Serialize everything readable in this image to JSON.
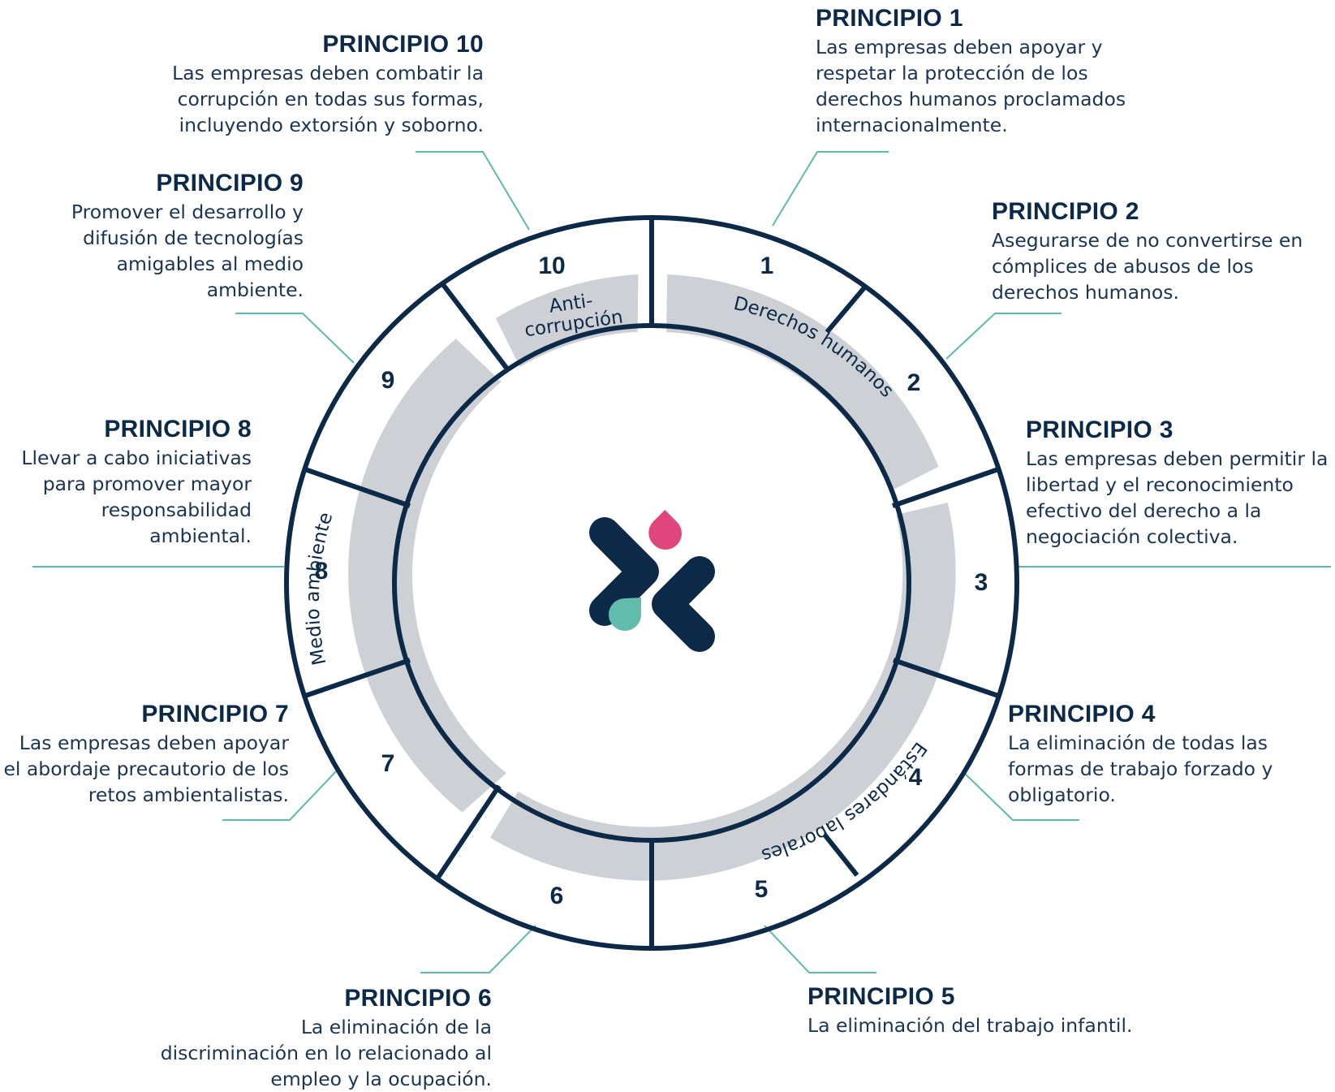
{
  "colors": {
    "ring_stroke": "#0c2a48",
    "category_band": "#cdd0d4",
    "connector": "#5dbba9",
    "logo_navy": "#0c2a48",
    "logo_pink": "#e0457b",
    "logo_teal": "#62bcab"
  },
  "segments": [
    {
      "number": "1"
    },
    {
      "number": "2"
    },
    {
      "number": "3"
    },
    {
      "number": "4"
    },
    {
      "number": "5"
    },
    {
      "number": "6"
    },
    {
      "number": "7"
    },
    {
      "number": "8"
    },
    {
      "number": "9"
    },
    {
      "number": "10"
    }
  ],
  "categories": {
    "human_rights": "Derechos humanos",
    "labor": "Estándares laborales",
    "environment": "Medio ambiente",
    "anticorruption_line1": "Anti-",
    "anticorruption_line2": "corrupción"
  },
  "principles": [
    {
      "title": "PRINCIPIO 1",
      "text": "Las empresas deben apoyar y respetar la protección de los derechos humanos proclamados internacionalmente."
    },
    {
      "title": "PRINCIPIO 2",
      "text": "Asegurarse de no convertirse en cómplices de abusos de los derechos humanos."
    },
    {
      "title": "PRINCIPIO 3",
      "text": "Las empresas deben permitir la libertad y el reconocimiento efectivo del derecho a la negociación colectiva."
    },
    {
      "title": "PRINCIPIO 4",
      "text": "La eliminación de todas las formas de trabajo forzado y obligatorio."
    },
    {
      "title": "PRINCIPIO 5",
      "text": "La eliminación del trabajo infantil."
    },
    {
      "title": "PRINCIPIO 6",
      "text": "La eliminación de la discriminación en lo relacionado al empleo y la ocupación."
    },
    {
      "title": "PRINCIPIO 7",
      "text": "Las empresas deben apoyar el abordaje precautorio de los retos ambientalistas."
    },
    {
      "title": "PRINCIPIO 8",
      "text": "Llevar a cabo iniciativas para promover mayor responsabilidad ambiental."
    },
    {
      "title": "PRINCIPIO 9",
      "text": "Promover el desarrollo y difusión de tecnologías amigables al medio ambiente."
    },
    {
      "title": "PRINCIPIO 10",
      "text": "Las empresas deben combatir la corrupción en todas sus formas, incluyendo extorsión y soborno."
    }
  ]
}
